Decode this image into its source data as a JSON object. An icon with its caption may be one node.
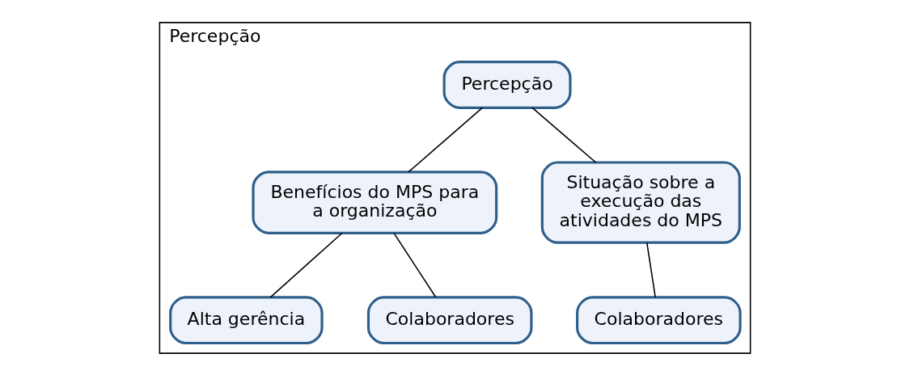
{
  "diagram": {
    "nodes": [
      {
        "text": [
          "Percepção"
        ]
      },
      {
        "text": [
          "Percepção"
        ],
        "in": 0
      },
      {
        "text": [
          "Benefícios do MPS para a organização"
        ],
        "in": 0
      },
      {
        "text": [
          "Situação sobre a execução das atividades do MPS"
        ],
        "in": 0
      },
      {
        "text": [
          "Alta gerência"
        ],
        "in": 0
      },
      {
        "text": [
          "Colaboradores"
        ],
        "in": 0
      },
      {
        "text": [
          "Colaboradores"
        ],
        "in": 0
      }
    ],
    "edges": [
      {
        "from": 1,
        "to": 2,
        "arrow": "none"
      },
      {
        "from": 1,
        "to": 3,
        "arrow": "none"
      },
      {
        "from": 2,
        "to": 4,
        "arrow": "none"
      },
      {
        "from": 2,
        "to": 5,
        "arrow": "none"
      },
      {
        "from": 3,
        "to": 6,
        "arrow": "none"
      }
    ]
  }
}
